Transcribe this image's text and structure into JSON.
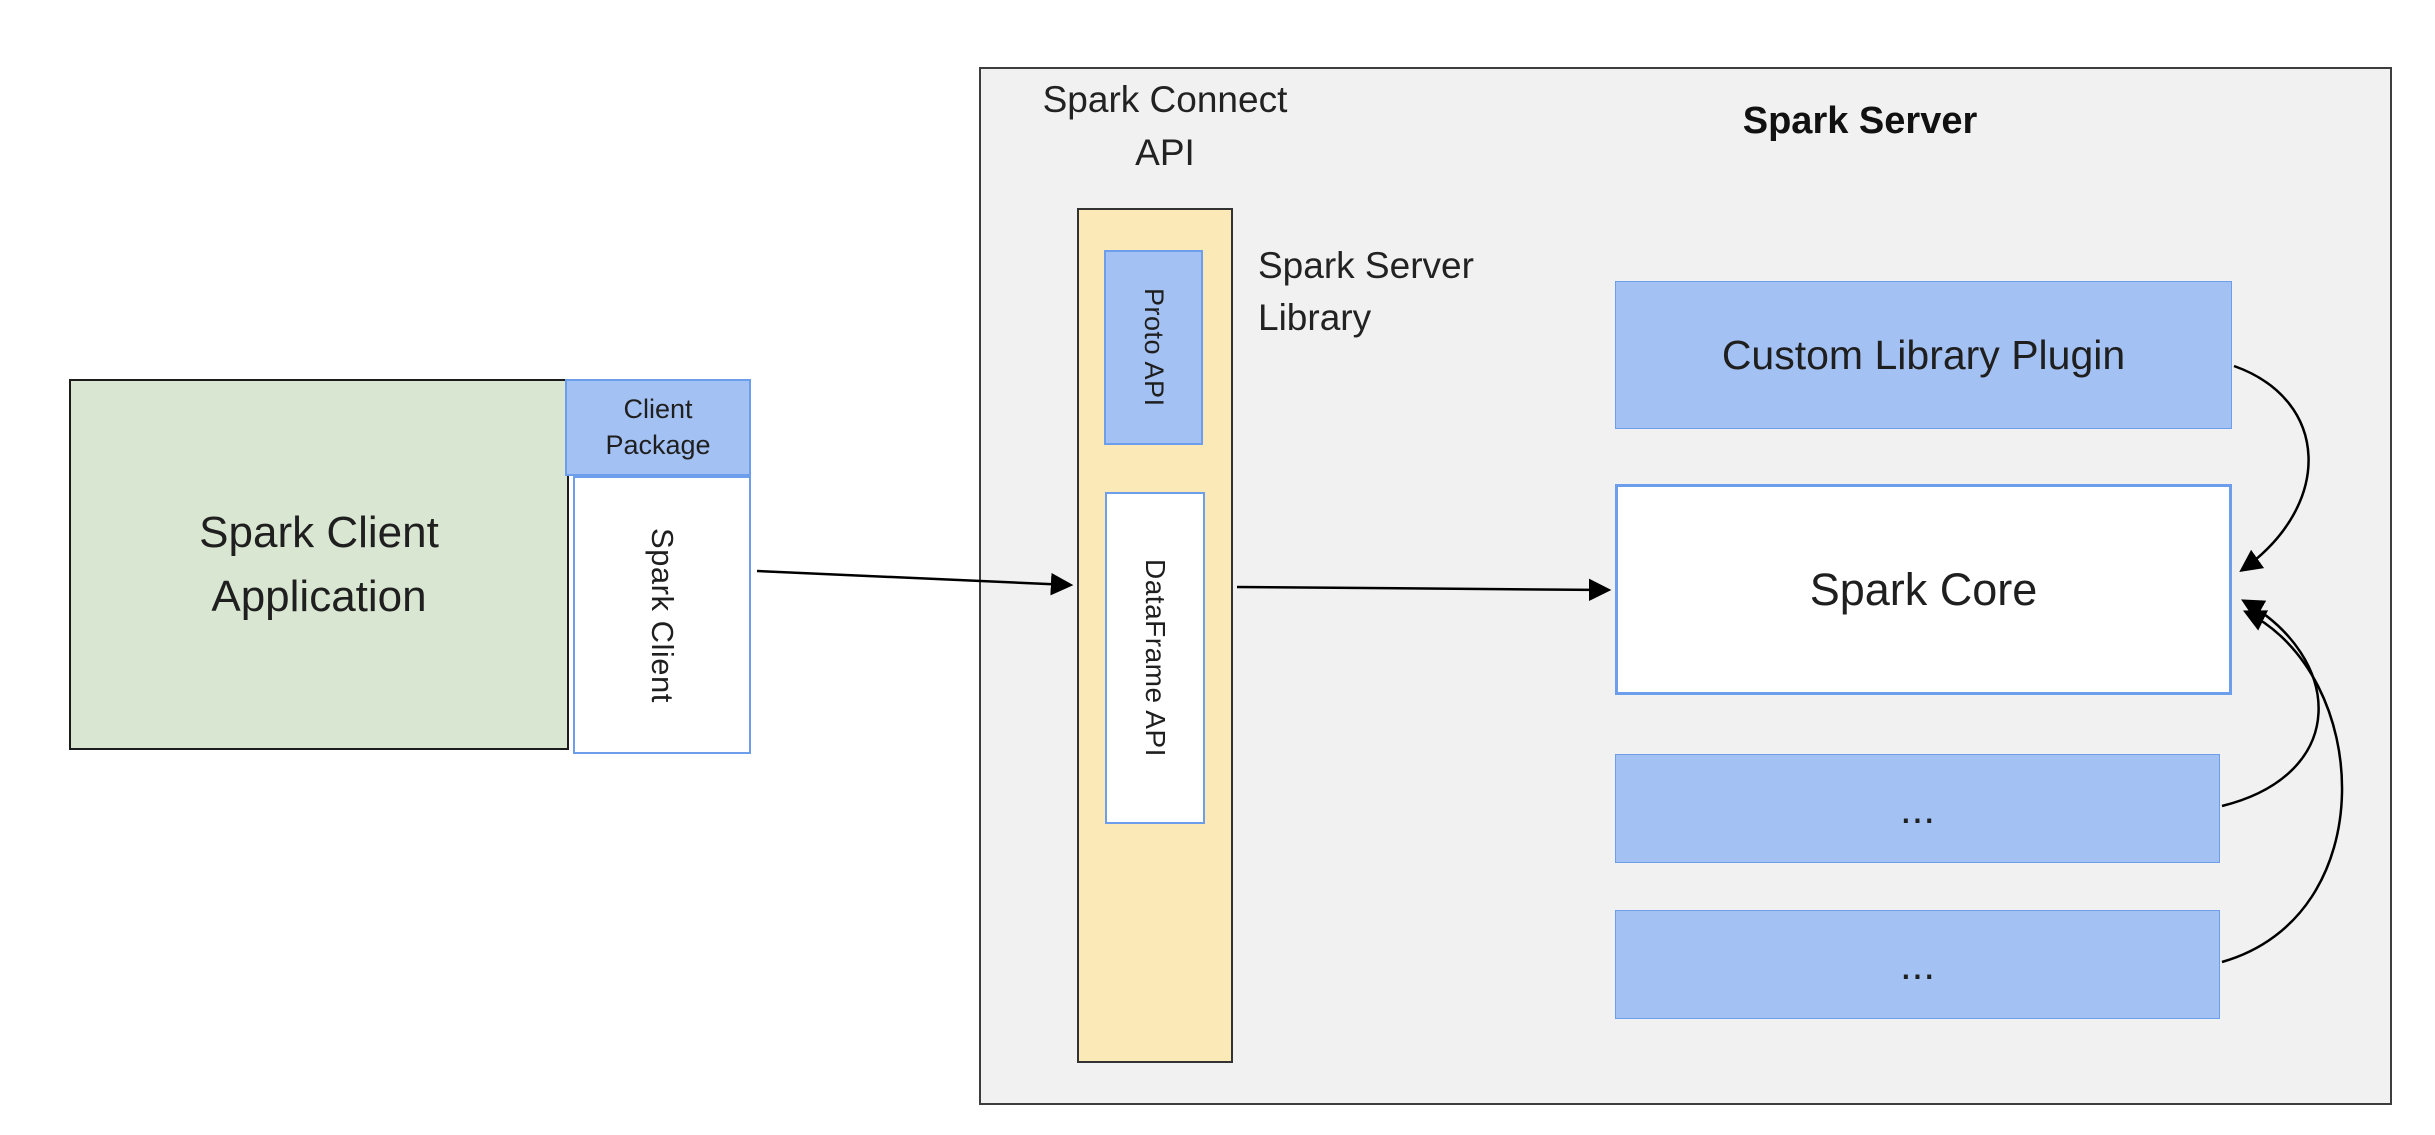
{
  "colors": {
    "green_fill": "#d9e7d2",
    "green_border": "#1c1c1c",
    "blue_fill": "#a3c1f2",
    "blue_border": "#6d9eeb",
    "yellow_fill": "#fce9b8",
    "yellow_border": "#333333",
    "gray_fill": "#f1f1f1",
    "gray_border": "#3d3d3d",
    "arrow": "#000000"
  },
  "labels": {
    "spark_connect_api": "Spark Connect\nAPI",
    "spark_server": "Spark Server",
    "spark_server_library": "Spark Server\nLibrary"
  },
  "nodes": {
    "client_app": "Spark Client\nApplication",
    "client_package": "Client\nPackage",
    "spark_client": "Spark Client",
    "proto_api": "Proto API",
    "dataframe_api": "DataFrame API",
    "custom_library_plugin": "Custom Library Plugin",
    "spark_core": "Spark Core",
    "ellipsis_top": "...",
    "ellipsis_bottom": "..."
  }
}
